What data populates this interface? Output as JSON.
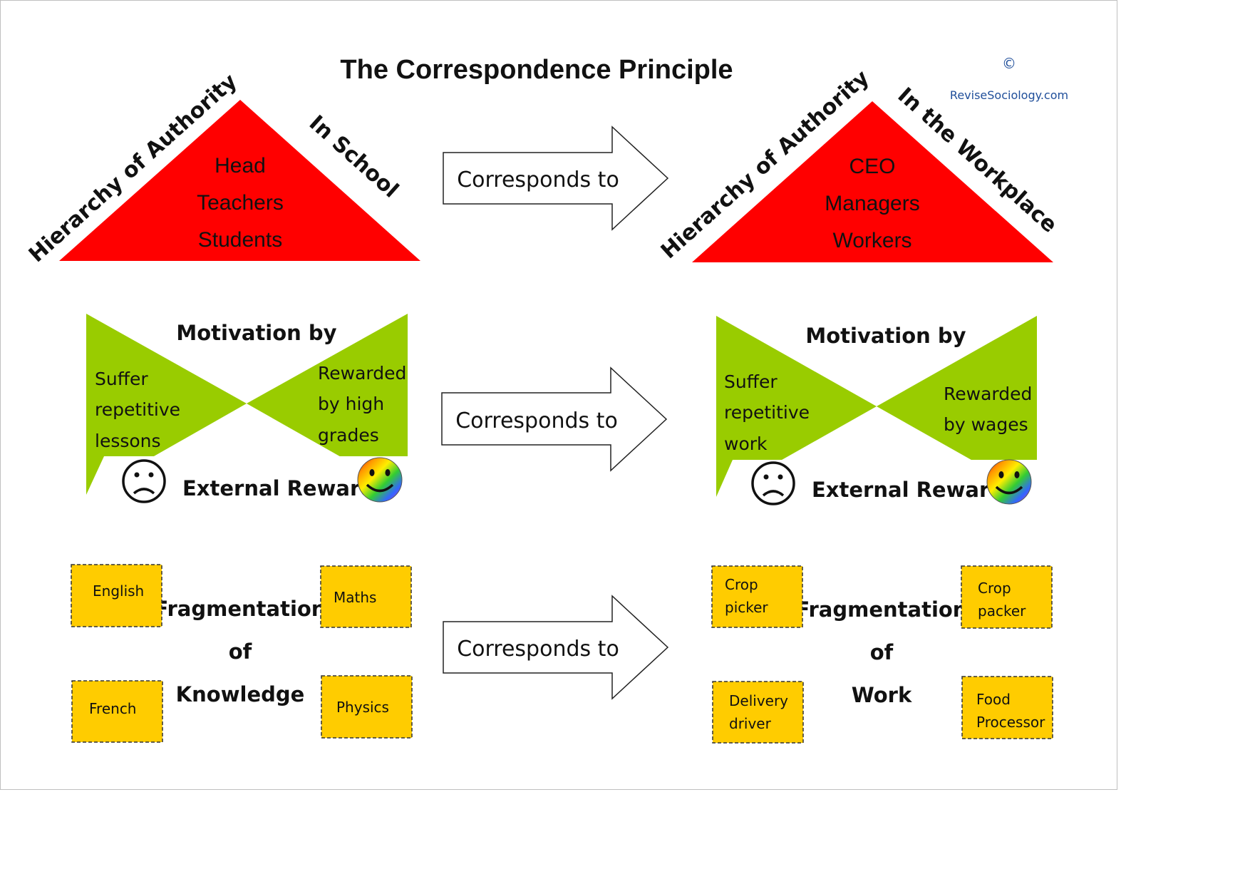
{
  "title": "The Correspondence Principle",
  "copyright": "©",
  "site": "ReviseSociology.com",
  "colors": {
    "triangle": "#ff0000",
    "bowtie": "#99cc00",
    "box": "#ffcc00",
    "box_border": "#333333"
  },
  "arrows": [
    "Corresponds to",
    "Corresponds to",
    "Corresponds to"
  ],
  "school": {
    "hierarchy_label": "Hierarchy of  Authority",
    "context_label": "In School",
    "levels": [
      "Head",
      "Teachers",
      "Students"
    ],
    "motivation": {
      "heading": "Motivation by",
      "left_lines": [
        "Suffer",
        "repetitive",
        "lessons"
      ],
      "right_lines": [
        "Rewarded",
        "by high",
        "grades"
      ],
      "footer": "External Rewards",
      "sad_icon": "sad-face-icon",
      "happy_icon": "rainbow-smiley-icon"
    },
    "fragmentation": {
      "heading_lines": [
        "Fragmentation",
        "of",
        "Knowledge"
      ],
      "boxes": [
        [
          "English"
        ],
        [
          "Maths"
        ],
        [
          "French"
        ],
        [
          "Physics"
        ]
      ]
    }
  },
  "workplace": {
    "hierarchy_label": "Hierarchy of  Authority",
    "context_label": "In the Workplace",
    "levels": [
      "CEO",
      "Managers",
      "Workers"
    ],
    "motivation": {
      "heading": "Motivation by",
      "left_lines": [
        "Suffer",
        "repetitive",
        "work"
      ],
      "right_lines": [
        "Rewarded",
        "by wages"
      ],
      "footer": "External Rewards",
      "sad_icon": "sad-face-icon",
      "happy_icon": "rainbow-smiley-icon"
    },
    "fragmentation": {
      "heading_lines": [
        "Fragmentation",
        "of",
        "Work"
      ],
      "boxes": [
        [
          "Crop",
          "picker"
        ],
        [
          "Crop",
          "packer"
        ],
        [
          "Delivery",
          "driver"
        ],
        [
          "Food",
          "Processor"
        ]
      ]
    }
  }
}
